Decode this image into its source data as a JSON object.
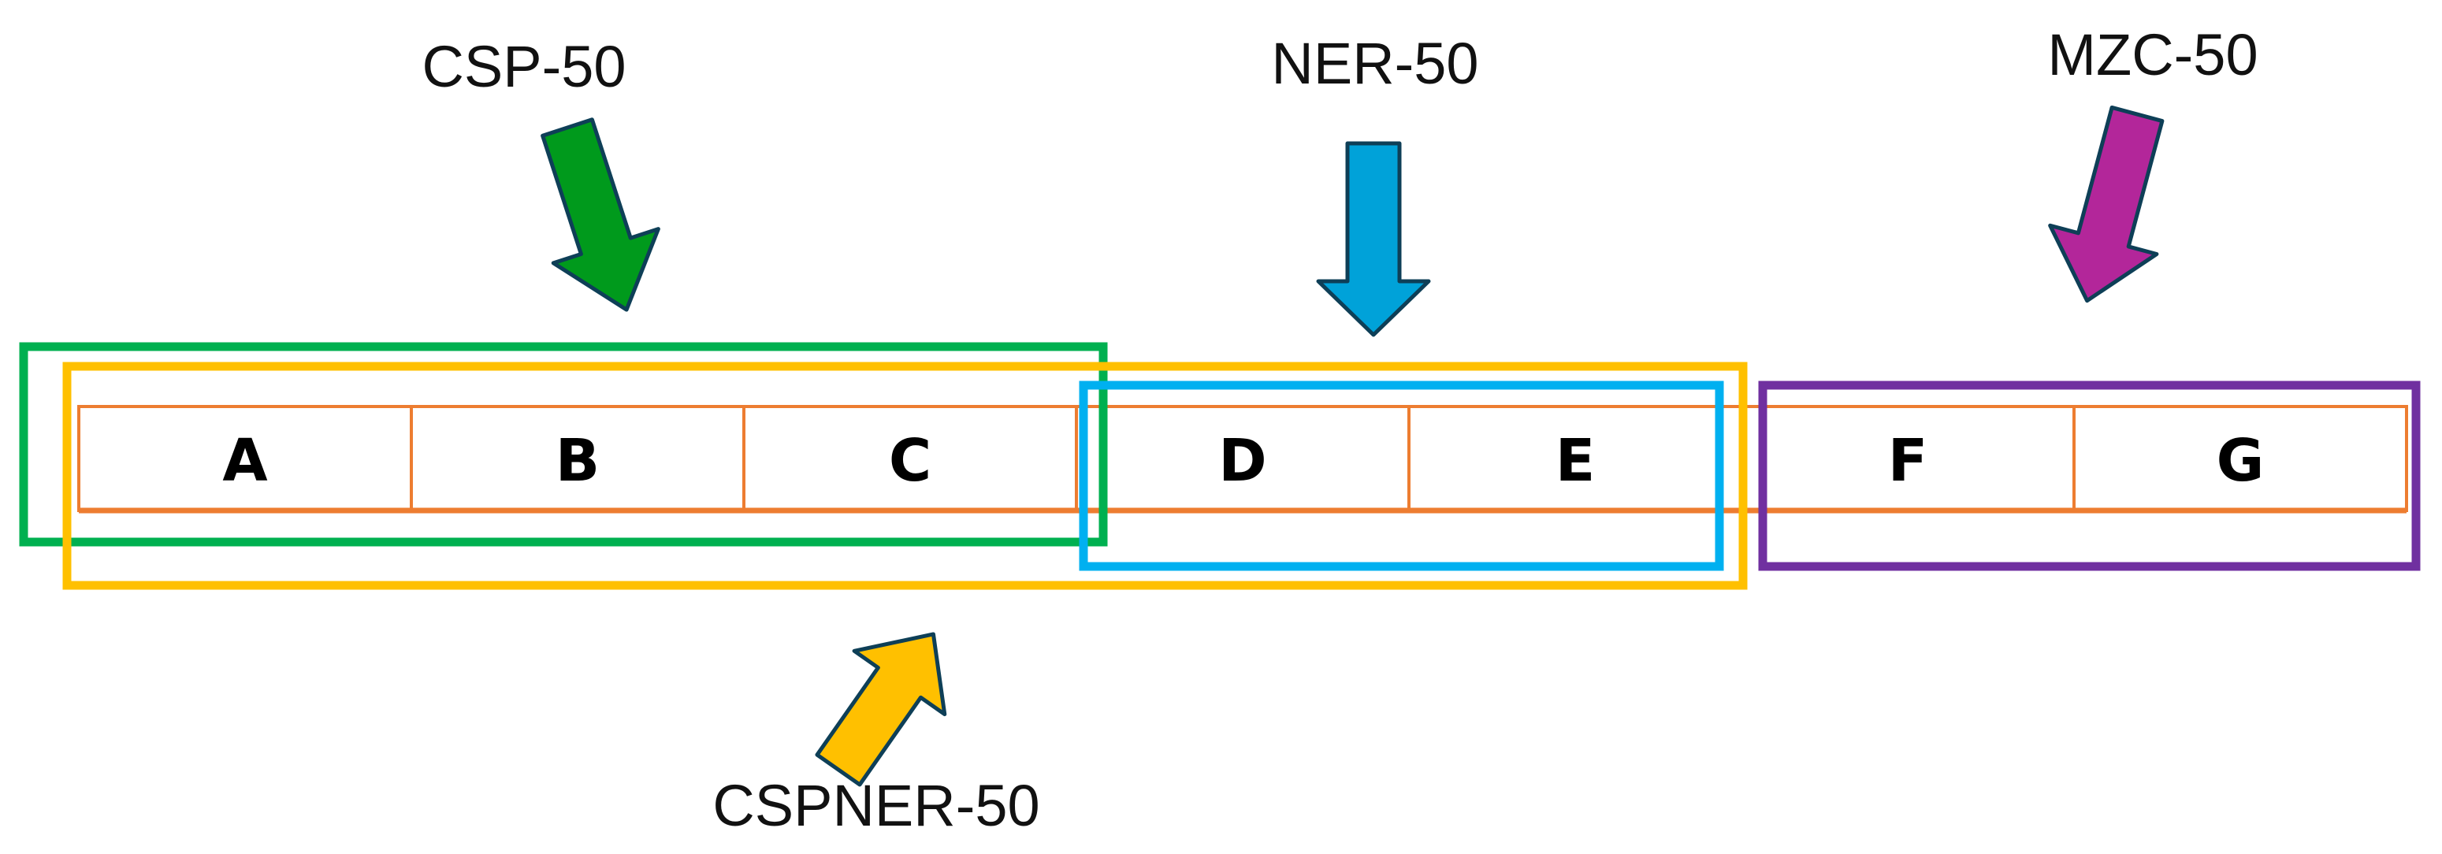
{
  "segments": [
    "A",
    "B",
    "C",
    "D",
    "E",
    "F",
    "G"
  ],
  "groups": {
    "csp": {
      "label": "CSP-50",
      "members": [
        "A",
        "B",
        "C"
      ]
    },
    "ner": {
      "label": "NER-50",
      "members": [
        "D",
        "E"
      ]
    },
    "mzc": {
      "label": "MZC-50",
      "members": [
        "F",
        "G"
      ]
    },
    "cspner": {
      "label": "CSPNER-50",
      "members": [
        "A",
        "B",
        "C",
        "D",
        "E"
      ]
    }
  },
  "colors": {
    "strip": "#ED7D31",
    "csp": "#00B050",
    "ner": "#00B0F0",
    "mzc": "#7030A0",
    "cspner": "#FFC000",
    "arrow_green": "#009A1C",
    "arrow_blue": "#00A2D9",
    "arrow_purple": "#B3269A",
    "arrow_yellow": "#FFC000",
    "arrow_outline": "#0E3F57"
  }
}
